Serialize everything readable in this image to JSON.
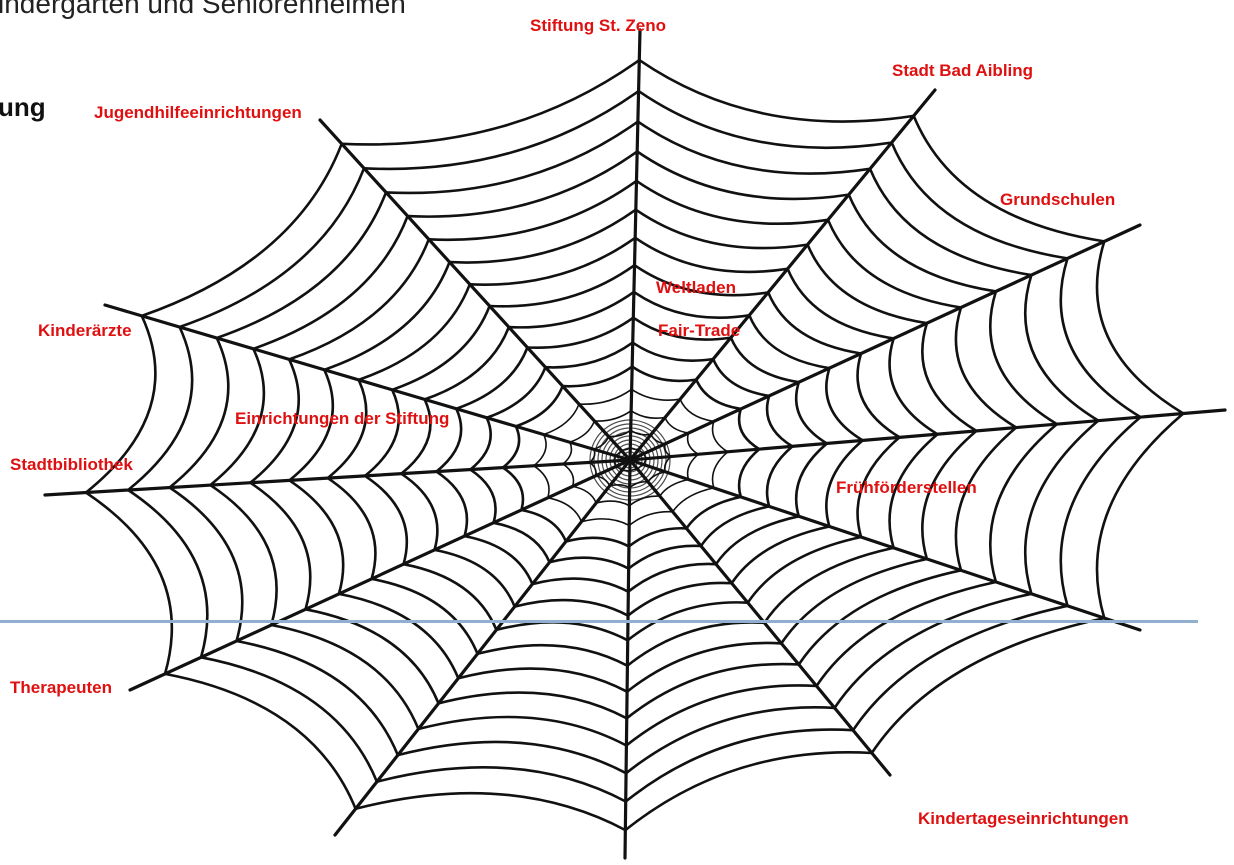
{
  "header": {
    "cut_text": "indergarten und Seniorenheimen",
    "heading_fragment": "ung"
  },
  "colors": {
    "label_color": "#e01010",
    "web_color": "#111111",
    "divider_color": "#8fb0cf"
  },
  "labels": {
    "stiftung_st_zeno": "Stiftung St. Zeno",
    "stadt_bad_aibling": "Stadt Bad Aibling",
    "jugendhilfe": "Jugendhilfeeinrichtungen",
    "grundschulen": "Grundschulen",
    "weltladen": "Weltladen",
    "fair_trade": "Fair-Trade",
    "kinderaerzte": "Kinderärzte",
    "einrichtungen": "Einrichtungen der Stiftung",
    "stadtbibliothek": "Stadtbibliothek",
    "fruehfoerderstellen": "Frühförderstellen",
    "therapeuten": "Therapeuten",
    "kindertageseinrichtungen": "Kindertageseinrichtungen"
  }
}
